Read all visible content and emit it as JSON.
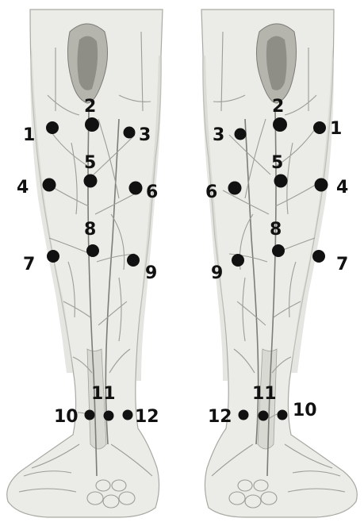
{
  "colors": {
    "point": "#111111",
    "label": "#111111",
    "leg_fill": "#ebebe7",
    "vein": "#9d9d97"
  },
  "left_leg": {
    "points": [
      {
        "label": "1"
      },
      {
        "label": "2"
      },
      {
        "label": "3"
      },
      {
        "label": "4"
      },
      {
        "label": "5"
      },
      {
        "label": "6"
      },
      {
        "label": "7"
      },
      {
        "label": "8"
      },
      {
        "label": "9"
      },
      {
        "label": "10"
      },
      {
        "label": "11"
      },
      {
        "label": "12"
      }
    ]
  },
  "right_leg": {
    "points": [
      {
        "label": "1"
      },
      {
        "label": "2"
      },
      {
        "label": "3"
      },
      {
        "label": "4"
      },
      {
        "label": "5"
      },
      {
        "label": "6"
      },
      {
        "label": "7"
      },
      {
        "label": "8"
      },
      {
        "label": "9"
      },
      {
        "label": "10"
      },
      {
        "label": "11"
      },
      {
        "label": "12"
      }
    ]
  }
}
